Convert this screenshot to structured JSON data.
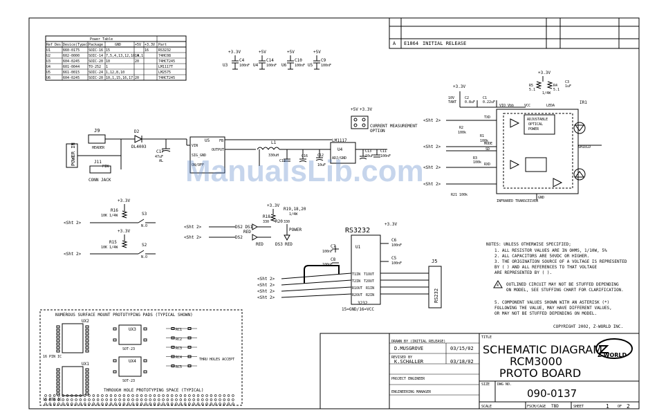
{
  "revision": {
    "rev": "A",
    "eco": "E1864",
    "description": "INITIAL RELEASE"
  },
  "power_table": {
    "title": "Power Table",
    "headers": [
      "Ref Des",
      "Device(Type)",
      "Package",
      "GND",
      "+5V",
      "+3.3V",
      "Part"
    ],
    "rows": [
      [
        "U1",
        "660-0175",
        "SOIC-16",
        "15",
        "",
        "16",
        "RS3232"
      ],
      [
        "U2",
        "602-0000",
        "SOIC-14",
        "7,5,4,13,12,10,9",
        "14,1",
        "",
        "74HC08"
      ],
      [
        "U3",
        "604-0245",
        "SOIC-20",
        "10",
        "20",
        "",
        "74HCT245"
      ],
      [
        "U4",
        "601-0044",
        "TO-252",
        "1",
        "",
        "",
        "LM1117T"
      ],
      [
        "U5",
        "661-0015",
        "SOIC-24",
        "1,12,8,10",
        "",
        "",
        "LM2575"
      ],
      [
        "U6",
        "604-0245",
        "SOIC-20",
        "10,1,15,16,17",
        "20",
        "",
        "74HCT245"
      ]
    ]
  },
  "decoupling": {
    "u3": {
      "rail": "+3.3V",
      "ref": "U3",
      "cap": "C4",
      "val": "100nF"
    },
    "u4": {
      "rail": "+5V",
      "ref": "U4",
      "cap": "C14",
      "val": "100nF"
    },
    "u6": {
      "rail": "+5V",
      "ref": "U6",
      "cap": "C10",
      "val": "100nF"
    },
    "u5": {
      "rail": "+5V",
      "ref": "U5",
      "cap": "C9",
      "val": "100nF"
    }
  },
  "power_section": {
    "j9": "J9",
    "header": "HEADER",
    "power_in": "POWER IN",
    "j11": "J11",
    "pin": "PIN",
    "conn_jack": "CONN JACK",
    "d2": "D2",
    "d2_part": "DL4003",
    "u5": "U5",
    "c17": "C17",
    "c17_val": "47uF",
    "al": "AL",
    "l1": "L1",
    "l1_val": "330uH",
    "u4_part": "LM1117",
    "u4": "U4",
    "adj": "ADJ/GND",
    "c13": "C13",
    "c13_val": "10uF",
    "c11": "C11",
    "c11_val": "100nF",
    "c12": "C12",
    "c12_val": "10uF",
    "c15": "C15",
    "c16": "C16",
    "vin": "VIN",
    "output": "OUTPUT",
    "fb": "FB",
    "sig_gnd": "SIG_GND",
    "on_off": "ON/OFF",
    "current_measure": "CURRENT MEASUREMENT",
    "option": "OPTION",
    "plus5": "+5V",
    "plus33": "+3.3V"
  },
  "switches": {
    "r16": "R16",
    "r16_val": "10K 1/4W",
    "s3": "S3",
    "r15": "R15",
    "r15_val": "10K 1/4W",
    "s2": "S2",
    "no": "N.O",
    "sht": "<Sht 2>"
  },
  "leds": {
    "rail": "+3.3V",
    "r18": "R18",
    "r18_val": "330",
    "r19": "R19,18,20",
    "r19_val": "1/4W",
    "r20": "R20",
    "r20_val": "330",
    "ds1": "DS2 DS1",
    "red": "RED",
    "power": "POWER",
    "ds3": "DS3",
    "ds3_red": "RED",
    "ds2": "DS2",
    "sht": "<Sht 2>"
  },
  "rs3232": {
    "title": "RS3232",
    "u1": "U1",
    "c7": "C7",
    "c7_val": "100nF",
    "c8": "C8",
    "c8_val": "100nF",
    "c6": "C6",
    "c6_val": "100nF",
    "c5": "C5",
    "c5_val": "100nF",
    "rail": "+3.3V",
    "t1in": "T1IN",
    "t2in": "T2IN",
    "r1out": "R1OUT",
    "r2out": "R2OUT",
    "t1out": "T1OUT",
    "t2out": "T2OUT",
    "r1in": "R1IN",
    "r2in": "R2IN",
    "part": "3232",
    "pins": "15=GND/16=VCC",
    "j5": "J5",
    "j5_label": "RS232",
    "sht": "<Sht 2>"
  },
  "ir": {
    "ir1": "IR1",
    "rail": "+3.3V",
    "r5": "R5",
    "r5_val": "5.1",
    "r4": "R4",
    "r4_val": "5.1",
    "pw": "1/4W",
    "c3": "C3",
    "c3_val": "1uF",
    "c2": "C2",
    "c2_val": "0.8uF",
    "c1": "C1",
    "c1_val": "0.22uF",
    "tant": "TANT",
    "v10": "10V",
    "vcc": "VCC",
    "leda": "LEDA",
    "vio": "VIO_Vbb",
    "txd": "TXD",
    "rxd": "RXD",
    "mode": "MODE",
    "sd": "SD",
    "r2": "R2",
    "r2_val": "100k",
    "r1": "R1",
    "r1_val": "100k",
    "r3": "R3",
    "r3_val": "100k",
    "r21": "R21",
    "r21_val": "100k",
    "adjustable": "ADJUSTABLE",
    "optical": "OPTICAL",
    "power": "POWER",
    "shield": "SHIELD",
    "gnd": "GND",
    "transceiver": "INFRARED TRANSCEIVER",
    "sht": "<Sht 2>"
  },
  "notes": {
    "header": "NOTES: UNLESS OTHERWISE SPECIFIED;",
    "lines": [
      "1.  ALL RESISTOR VALUES ARE IN OHMS, 1/10W, 5%",
      "2.  ALL CAPACITORS ARE 50VDC OR HIGHER.",
      "3.  THE ORIGINATION SOURCE OF A VOLTAGE IS REPRESENTED",
      "    BY (  ) AND ALL REFERENCES TO THAT VOLTAGE",
      "    ARE REPRESENTED BY (  ).",
      "OUTLINED CIRCUIT MAY NOT BE STUFFED DEPENDING",
      "ON MODEL, SEE STUFFING CHART FOR CLARIFICATION.",
      "5.  COMPONENT VALUES SHOWN WITH AN ASTERISK (*)",
      "    FOLLOWING THE VALUE, MAY HAVE DIFFERENT VALUES,",
      "    OR MAY NOT BE STUFFED DEPENDING ON MODEL."
    ],
    "note4": "4",
    "copyright": "COPYRIGHT 2002, Z-WORLD INC."
  },
  "proto": {
    "smt_title": "NUMEROUS SURFACE MOUNT PROTOTYPING PADS  (TYPICAL SHOWN)",
    "th_title": "THROUGH HOLE PROTOTYPING SPACE  (TYPICAL)",
    "ux2": "UX2",
    "ux1": "UX1",
    "ux3": "UX3",
    "ux4": "UX4",
    "sot": "SOT-23",
    "soic": "16 PIN IC",
    "soic2": "16 PIN IC",
    "rc": [
      "RC1",
      "RC2",
      "RC3",
      "RC4",
      "RC5"
    ],
    "note": "THRU HOLES ACCEPT"
  },
  "title_block": {
    "drawn_label": "DRAWN BY (INITIAL RELEASE)",
    "drawn_by": "D.MUSGROVE",
    "drawn_date": "03/15/02",
    "revised_label": "REVISED BY",
    "revised_by": "K.SCHALLER",
    "revised_date": "03/18/02",
    "engineer_label": "PROJECT ENGINEER",
    "manager_label": "ENGINEERING MANAGER",
    "title_label": "TITLE",
    "title_lines": [
      "SCHEMATIC DIAGRAM",
      "RCM3000",
      "PROTO BOARD"
    ],
    "size_label": "SIZE",
    "dwg_label": "DWG NO.",
    "dwg_no": "090-0137",
    "scale_label": "SCALE",
    "cage_label": "FSCM/CAGE",
    "cage_val": "TBD",
    "sheet_label": "SHEET",
    "sheet": "1",
    "of": "OF",
    "sheets": "2",
    "logo": "Z-WORLD"
  },
  "watermark": "ManualsLib.com"
}
